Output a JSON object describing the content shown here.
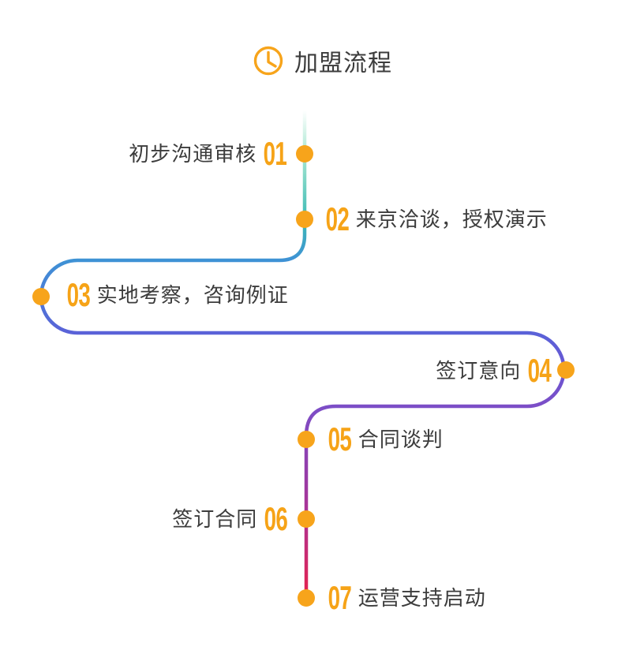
{
  "header": {
    "title": "加盟流程",
    "icon": "clock-icon"
  },
  "steps": [
    {
      "num": "01",
      "label": "初步沟通审核",
      "side": "right"
    },
    {
      "num": "02",
      "label": "来京洽谈，授权演示",
      "side": "left"
    },
    {
      "num": "03",
      "label": "实地考察，咨询例证",
      "side": "left"
    },
    {
      "num": "04",
      "label": "签订意向",
      "side": "right"
    },
    {
      "num": "05",
      "label": "合同谈判",
      "side": "left"
    },
    {
      "num": "06",
      "label": "签订合同",
      "side": "right"
    },
    {
      "num": "07",
      "label": "运营支持启动",
      "side": "left"
    }
  ],
  "colors": {
    "dot": "#F7A41B",
    "number": "#F6A317",
    "icon": "#F7A41B",
    "text": "#3C3C3C",
    "path_gradient": [
      "#FFFFFF",
      "#A9E7D2",
      "#3CBAB4",
      "#3E92D5",
      "#5A62D8",
      "#6A55D2",
      "#7C4EC7",
      "#953CA9",
      "#B03190",
      "#E32350"
    ]
  }
}
